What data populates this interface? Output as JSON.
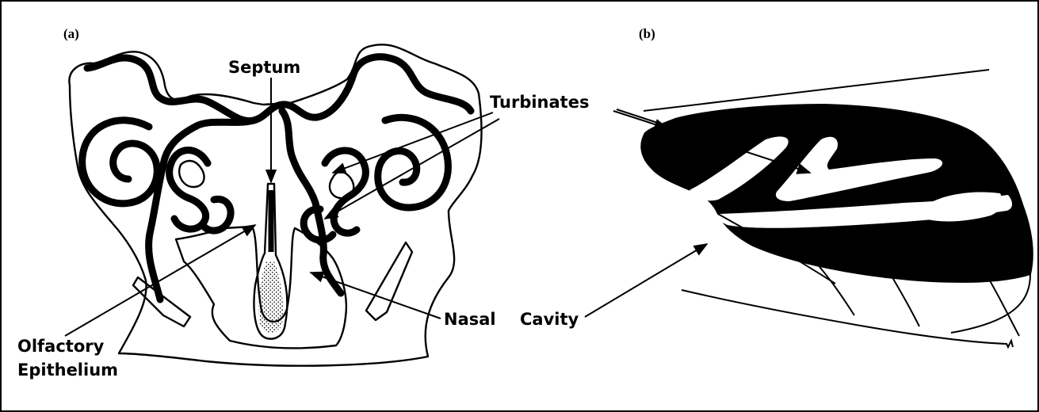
{
  "panels": {
    "a": {
      "letter": "(a)",
      "labels": {
        "septum": "Septum",
        "turbinates": "Turbinates",
        "nasal": "Nasal",
        "olfactory": "Olfactory",
        "epithelium": "Epithelium"
      }
    },
    "b": {
      "letter": "(b)",
      "labels": {
        "cavity": "Cavity"
      }
    }
  },
  "colors": {
    "ink": "#000000",
    "paper": "#ffffff"
  }
}
